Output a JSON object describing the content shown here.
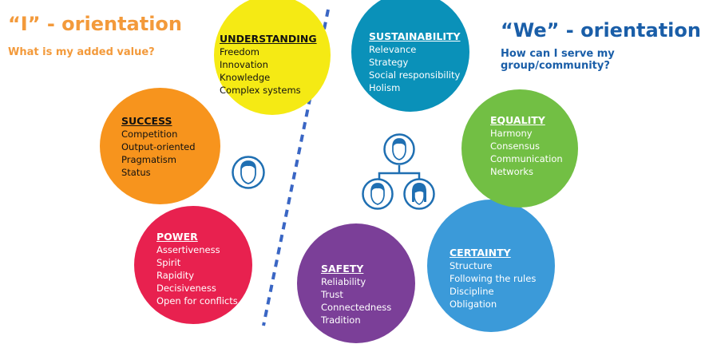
{
  "left": {
    "title": "“I” - orientation",
    "subtitle": "What is my added value?",
    "color": "#f39a3b"
  },
  "right": {
    "title": "“We” - orientation",
    "subtitle": "How can I serve my group/community?",
    "color": "#1a5ea8"
  },
  "values": [
    {
      "title": "UNDERSTANDING",
      "items": [
        "Freedom",
        "Innovation",
        "Knowledge",
        "Complex systems"
      ],
      "color": "#f5ea14"
    },
    {
      "title": "SUCCESS",
      "items": [
        "Competition",
        "Output-oriented",
        "Pragmatism",
        "Status"
      ],
      "color": "#f7941d"
    },
    {
      "title": "POWER",
      "items": [
        "Assertiveness",
        "Spirit",
        "Rapidity",
        "Decisiveness",
        "Open for conflicts"
      ],
      "color": "#e8214f"
    },
    {
      "title": "SAFETY",
      "items": [
        "Reliability",
        "Trust",
        "Connectedness",
        "Tradition"
      ],
      "color": "#7b3f98"
    },
    {
      "title": "CERTAINTY",
      "items": [
        "Structure",
        "Following the rules",
        "Discipline",
        "Obligation"
      ],
      "color": "#3b9ad9"
    },
    {
      "title": "EQUALITY",
      "items": [
        "Harmony",
        "Consensus",
        "Communication",
        "Networks"
      ],
      "color": "#72bf44"
    },
    {
      "title": "SUSTAINABILITY",
      "items": [
        "Relevance",
        "Strategy",
        "Social responsibility",
        "Holism"
      ],
      "color": "#0a91b9"
    }
  ],
  "icons": {
    "individual": "person-icon",
    "group": "group-hierarchy-icon",
    "color": "#1f6fb2"
  }
}
